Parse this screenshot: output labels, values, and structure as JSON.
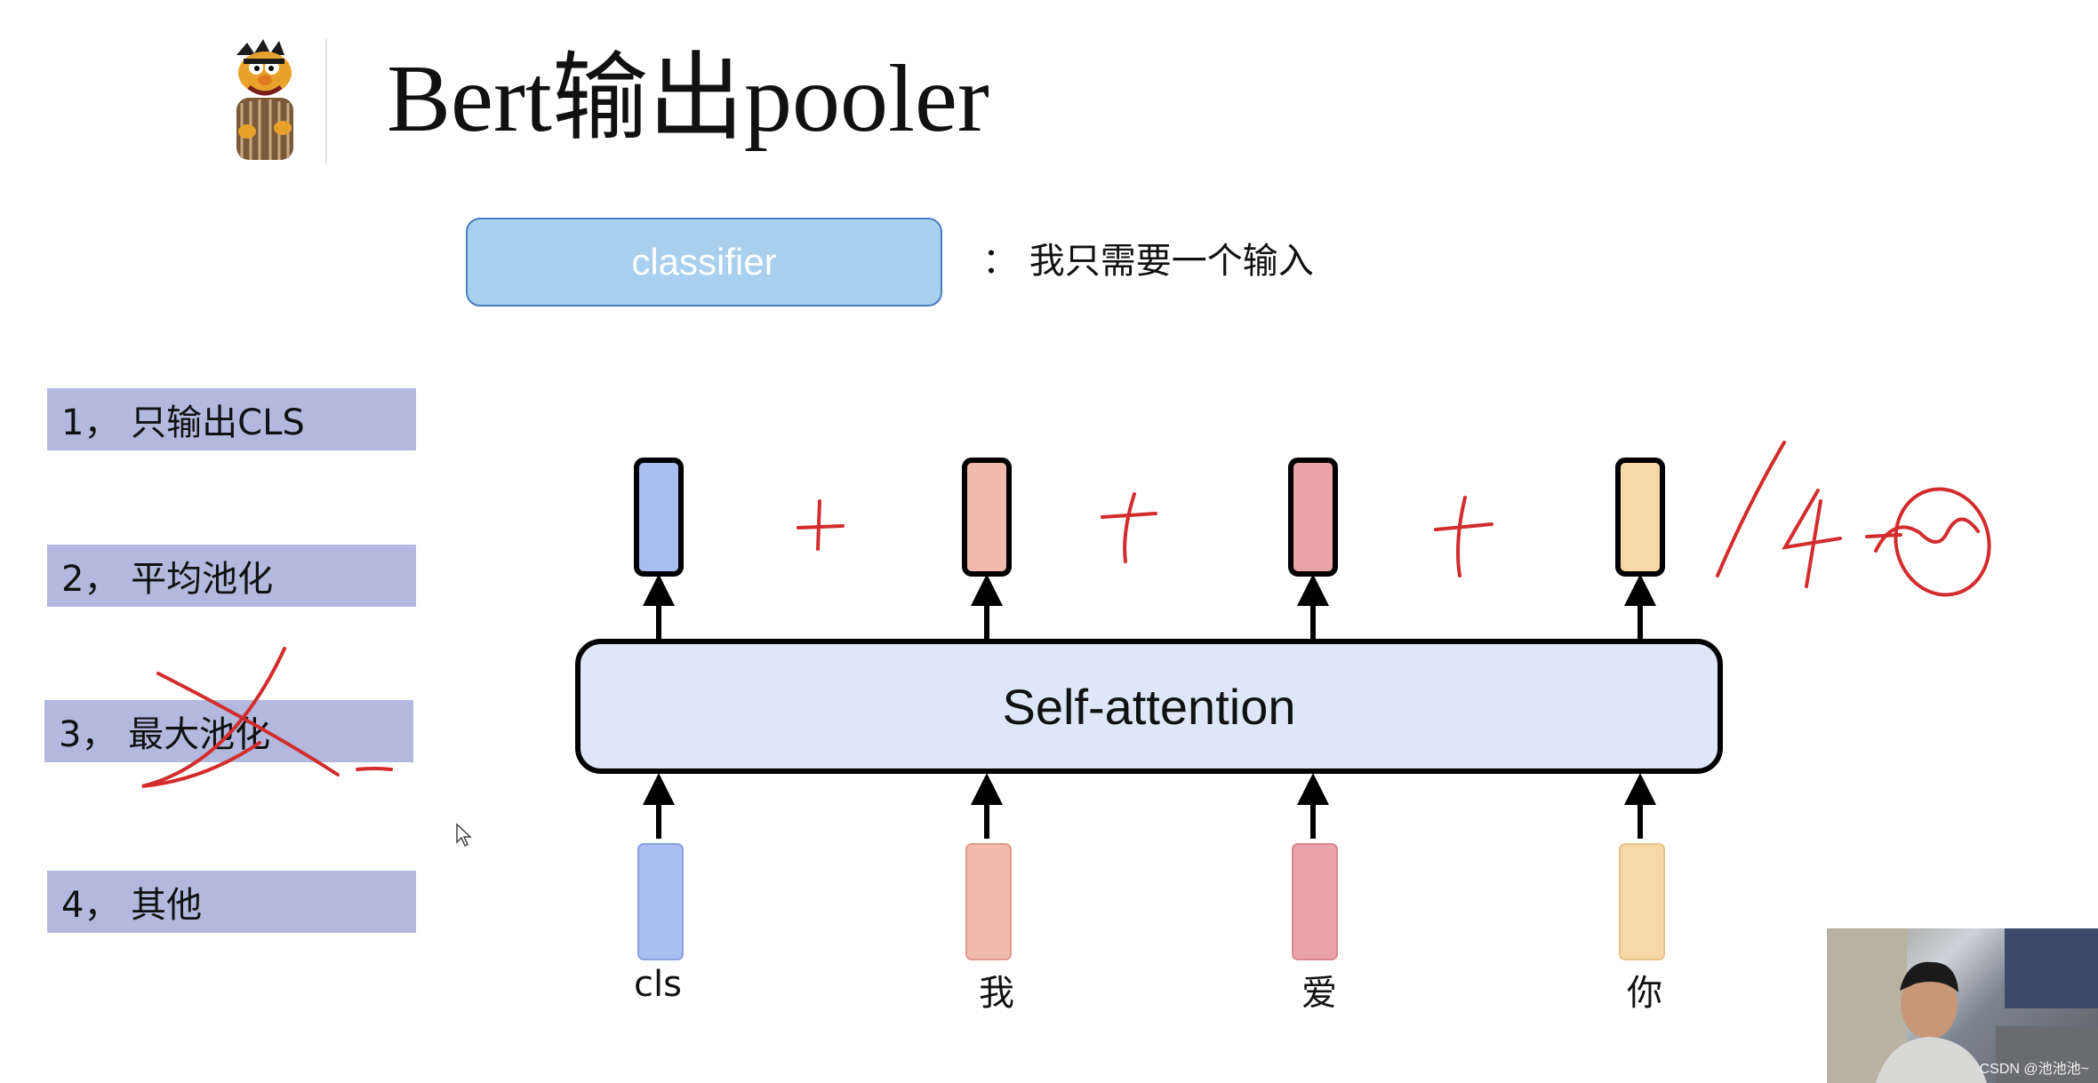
{
  "slide": {
    "title": "Bert输出pooler"
  },
  "classifier": {
    "label": "classifier",
    "note": "：  我只需要一个输入"
  },
  "options": [
    {
      "label": "1，  只输出CLS"
    },
    {
      "label": "2，  平均池化"
    },
    {
      "label": "3，  最大池化"
    },
    {
      "label": "4，  其他"
    }
  ],
  "diagram": {
    "block_label": "Self-attention",
    "tokens": [
      "cls",
      "我",
      "爱",
      "你"
    ],
    "colors": {
      "token_cls": "#a8bdf0",
      "token_wo": "#f2b9ad",
      "token_ai": "#eaa2ab",
      "token_ni": "#f7d8a6",
      "block_fill": "#dde7f8",
      "annotation_red": "#d22c2c"
    }
  },
  "webcam": {
    "watermark": "CSDN @池池池~"
  }
}
